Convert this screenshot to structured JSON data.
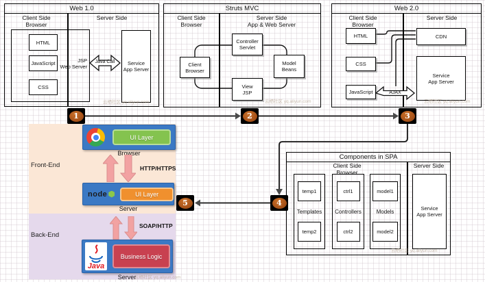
{
  "watermark": "云栖社区 yq.aliyun.com",
  "badges": [
    "1",
    "2",
    "3",
    "4",
    "5"
  ],
  "colors": {
    "badge": "#a9541a",
    "panel_border": "#000000",
    "blue_box": "#3b79c4",
    "green_button": "#84c34f",
    "orange_button": "#f0902e",
    "red_button": "#c84150",
    "pink_arrow": "#f2a2a2",
    "front_bg": "#fbe7d6",
    "back_bg": "#e5d9ec"
  },
  "web10": {
    "title": "Web 1.0",
    "client_heading": "Client Side\nBrowser",
    "server_heading": "Server Side",
    "html": "HTML",
    "javascript": "JavaScript",
    "css": "CSS",
    "jsp_server_label": "JSP\nWeb Server",
    "arrow_label": "Java Call",
    "service_server": "Service\nApp Server"
  },
  "struts": {
    "title": "Struts MVC",
    "client_heading": "Client Side\nBrowser",
    "server_heading": "Server Side\nApp & Web Server",
    "client_browser": "Client\nBrowser",
    "controller": "Controller\nServlet",
    "model": "Model\nBeans",
    "view": "View\nJSP"
  },
  "web20": {
    "title": "Web 2.0",
    "client_heading": "Client Side\nBrowser",
    "server_heading": "Server Side",
    "html": "HTML",
    "css": "CSS",
    "javascript": "JavaScript",
    "cdn": "CDN",
    "ajax_label": "AJAX",
    "service_server": "Service\nApp Server"
  },
  "spa": {
    "title": "Components in SPA",
    "client_heading": "Client Side\nBrowser",
    "server_heading": "Server Side",
    "columns": [
      {
        "label": "Templates",
        "items": [
          "temp1",
          "temp2"
        ]
      },
      {
        "label": "Controllers",
        "items": [
          "ctrl1",
          "ctrl2"
        ]
      },
      {
        "label": "Models",
        "items": [
          "model1",
          "model2"
        ]
      }
    ],
    "service_server": "Service\nApp Server"
  },
  "stack": {
    "front_label": "Front-End",
    "back_label": "Back-End",
    "browser_caption": "Browser",
    "node_caption": "Server",
    "java_caption": "Server",
    "green_button": "UI Layer",
    "orange_button": "UI Layer",
    "red_button": "Business Logic",
    "http_label": "HTTP/HTTPS",
    "soap_label": "SOAP/HTTP",
    "node_logo": "node",
    "java_logo": "Java"
  }
}
